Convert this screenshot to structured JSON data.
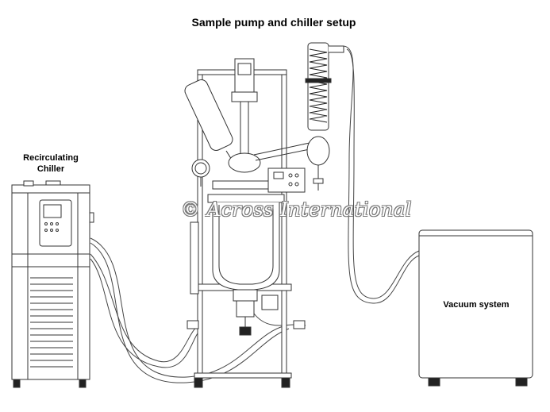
{
  "title": "Sample pump and chiller setup",
  "labels": {
    "chiller_line1": "Recirculating",
    "chiller_line2": "Chiller",
    "vacuum": "Vacuum system"
  },
  "watermark": "© Across International",
  "colors": {
    "line": "#333333",
    "fill": "#ffffff",
    "dark": "#222222"
  }
}
